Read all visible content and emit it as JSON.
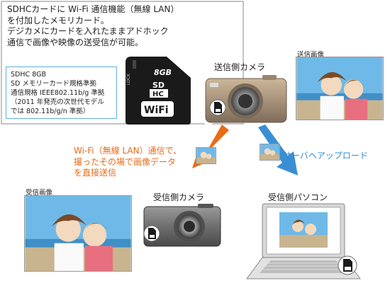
{
  "intro_lines": [
    "SDHCカードに Wi-Fi 通信機能（無線 LAN）",
    "を付加したメモリカード。",
    "デジカメにカードを入れたままアドホック",
    "通信で画像や映像の送受信が可能。"
  ],
  "spec_lines": [
    "SDHC 8GB",
    "SD メモリーカード規格準拠",
    "通信規格 IEEE802.11b/g 準拠",
    "（2011 年発売の次世代モデル",
    "では 802.11b/g/n 準拠）"
  ],
  "sd_card": {
    "capacity": "8GB",
    "lock": "LOCK",
    "sd": "SD",
    "hc": "HC",
    "brand": "WiFi"
  },
  "labels": {
    "sender_camera": "送信側カメラ",
    "sent_image": "送信画像",
    "received_image": "受信画像",
    "receiver_camera": "受信側カメラ",
    "receiver_pc": "受信側パソコン",
    "upload": "サーバへアップロード"
  },
  "wifi_direct_lines": [
    "Wi-Fi（無線 LAN）通信で、",
    "撮ったその場で画像データ",
    "を直接送信"
  ],
  "colors": {
    "orange": "#ea6a16",
    "blue": "#3a8fd4",
    "border": "#888888",
    "spec_border": "#5fb0d6"
  }
}
